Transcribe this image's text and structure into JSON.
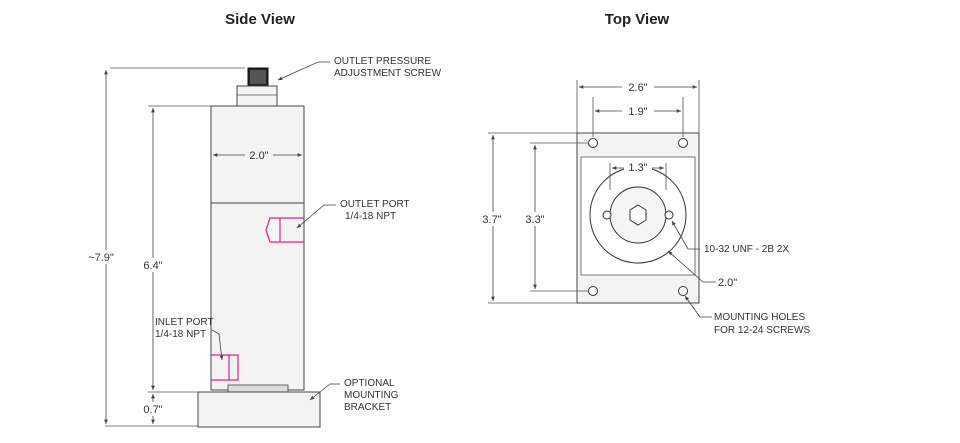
{
  "side_view": {
    "title": "Side View",
    "callout_adjust_screw": [
      "OUTLET PRESSURE",
      "ADJUSTMENT SCREW"
    ],
    "callout_outlet_port": [
      "OUTLET PORT",
      "1/4-18 NPT"
    ],
    "callout_inlet_port": [
      "INLET PORT",
      "1/4-18 NPT"
    ],
    "callout_bracket": [
      "OPTIONAL",
      "MOUNTING",
      "BRACKET"
    ],
    "dim_width": "2.0\"",
    "dim_overall_height": "~7.9\"",
    "dim_body_height": "6.4\"",
    "dim_bracket_height": "0.7\""
  },
  "top_view": {
    "title": "Top View",
    "dim_outer_width": "2.6\"",
    "dim_hole_spacing_x": "1.9\"",
    "dim_center": "1.3\"",
    "dim_outer_height": "3.7\"",
    "dim_hole_spacing_y": "3.3\"",
    "dim_diameter": "2.0\"",
    "callout_threaded": "10-32 UNF - 2B 2X",
    "callout_mounting_holes": [
      "MOUNTING HOLES",
      "FOR 12-24 SCREWS"
    ]
  },
  "colors": {
    "port_highlight": "#e0218a",
    "outline": "#444444"
  }
}
